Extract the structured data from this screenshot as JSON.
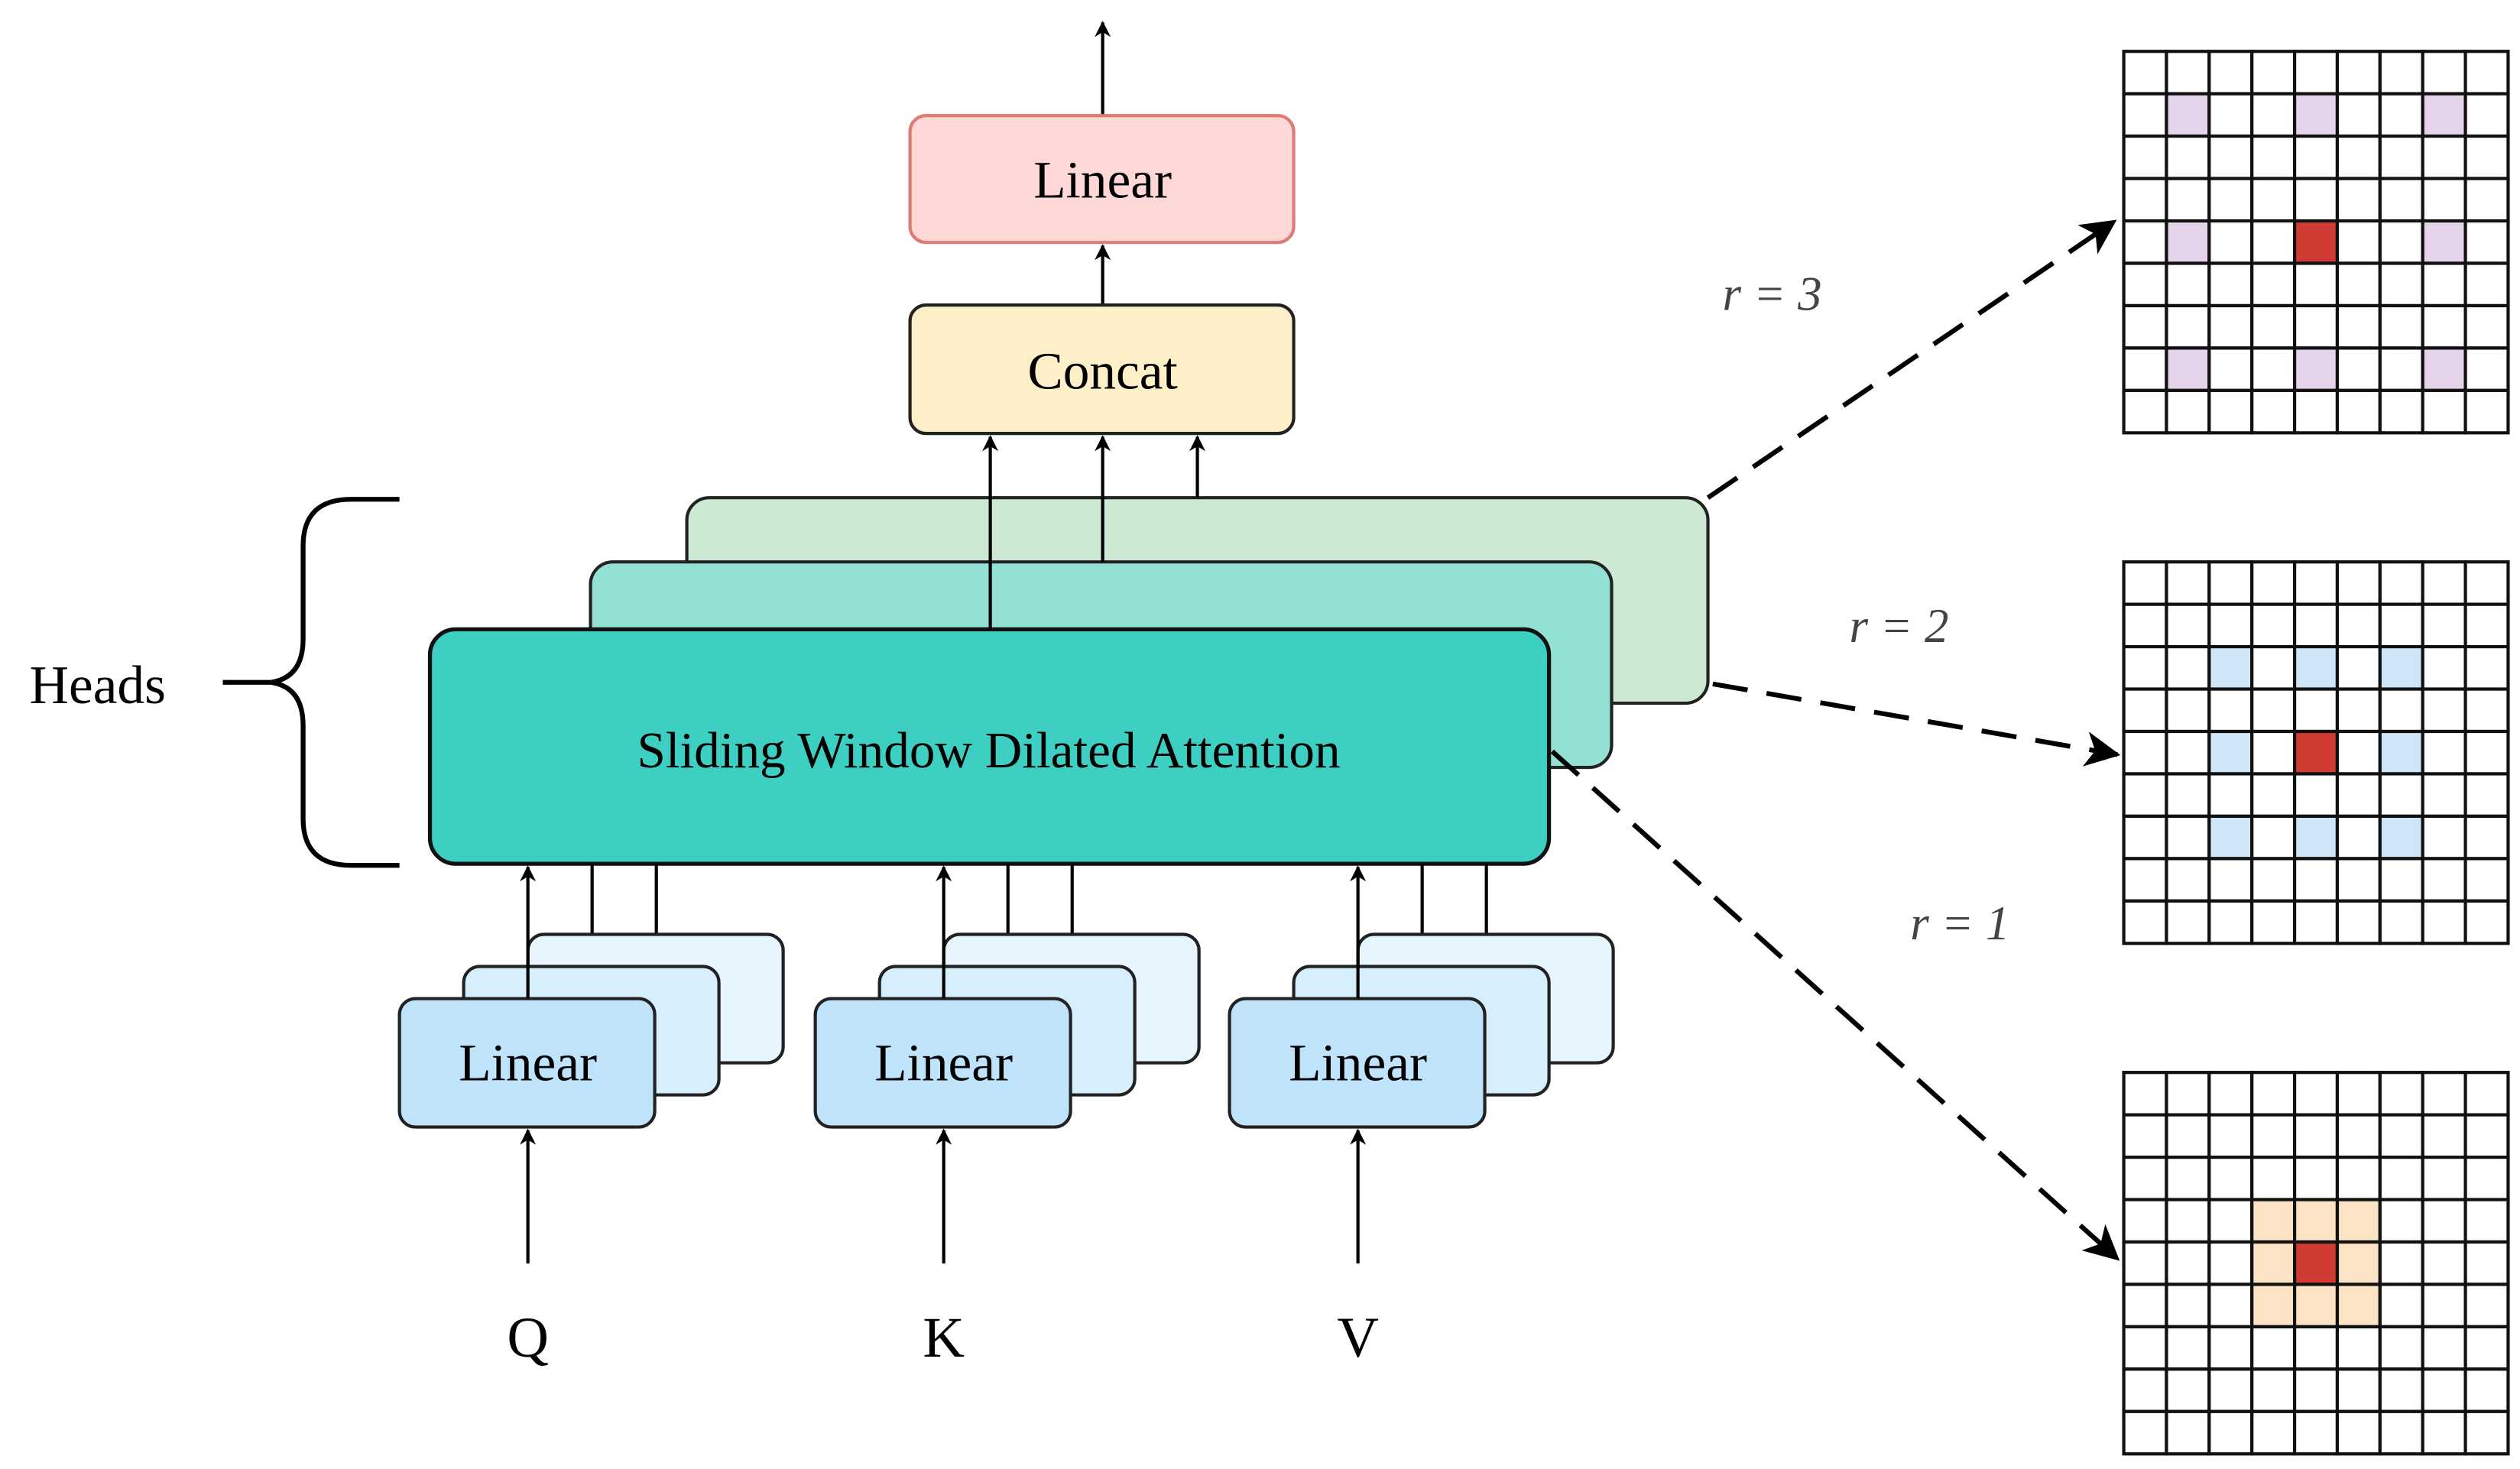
{
  "heads_label": "Heads",
  "output_linear_label": "Linear",
  "concat_label": "Concat",
  "attention_label": "Sliding Window Dilated Attention",
  "input_linear_label": "Linear",
  "inputs": [
    "Q",
    "K",
    "V"
  ],
  "colors": {
    "output_linear_fill": "#fdd8d6",
    "output_linear_stroke": "#e07a76",
    "concat_fill": "#fdf0c9",
    "head_back_fill": "#cde9d3",
    "head_mid_fill": "#93e0d4",
    "head_front_fill": "#3ccfc2",
    "input_linear_fill": "#bfe3fb",
    "input_linear_layer_fill": "#d7effd",
    "input_linear_back_fill": "#e6f5fe",
    "grid_center": "#d03b34",
    "grid_r3": "#e5d3ea",
    "grid_r2": "#cfe5f8",
    "grid_r1": "#fbe4c6"
  },
  "dilation_grids": [
    {
      "label": "r = 3",
      "rate": 3,
      "size": 9,
      "center": [
        4,
        4
      ]
    },
    {
      "label": "r = 2",
      "rate": 2,
      "size": 9,
      "center": [
        4,
        4
      ]
    },
    {
      "label": "r = 1",
      "rate": 1,
      "size": 9,
      "center": [
        4,
        4
      ]
    }
  ]
}
